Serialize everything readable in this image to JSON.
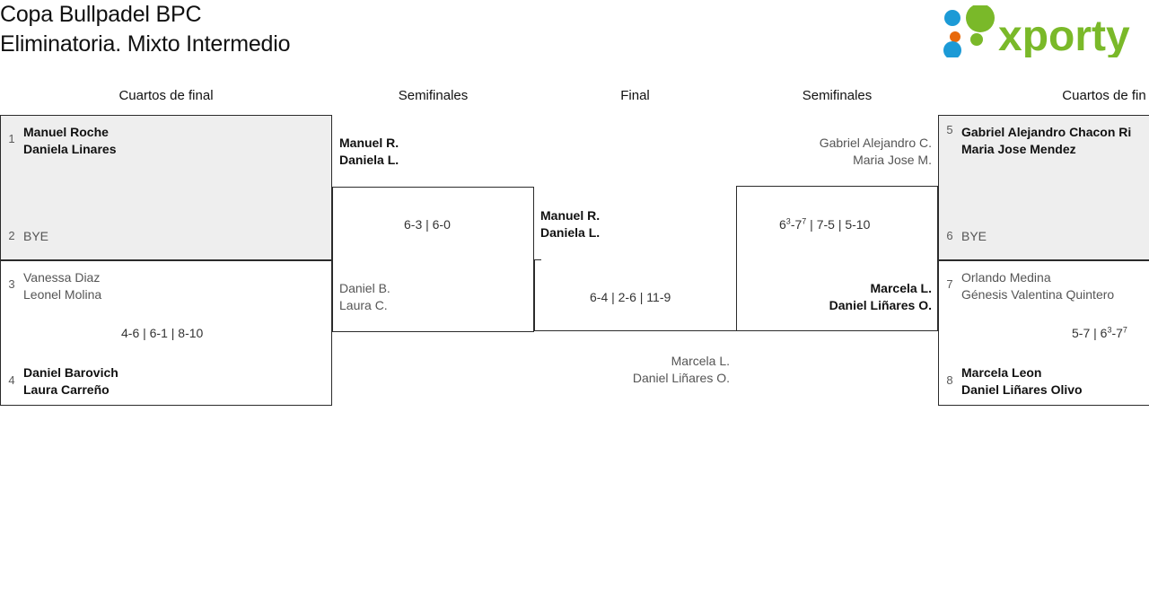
{
  "tournament": {
    "title_line1": "Copa Bullpadel BPC",
    "title_line2": "Eliminatoria. Mixto Intermedio"
  },
  "brand": {
    "name": "xporty",
    "colors": {
      "green": "#7ab929",
      "blue": "#1c9ad6",
      "orange": "#e8690b"
    }
  },
  "rounds": {
    "qf_left": "Cuartos de final",
    "sf_left": "Semifinales",
    "final": "Final",
    "sf_right": "Semifinales",
    "qf_right": "Cuartos de fin"
  },
  "bracket": {
    "qf1": {
      "top": {
        "seed": "1",
        "p1": "Manuel Roche",
        "p2": "Daniela Linares",
        "state": "winner"
      },
      "bottom": {
        "seed": "2",
        "p1": "BYE",
        "p2": "",
        "state": "neutral"
      },
      "score": ""
    },
    "qf2": {
      "top": {
        "seed": "3",
        "p1": "Vanessa Diaz",
        "p2": "Leonel Molina",
        "state": "loser"
      },
      "bottom": {
        "seed": "4",
        "p1": "Daniel Barovich",
        "p2": "Laura Carreño",
        "state": "winner"
      },
      "score_text": "4-6 | 6-1 | 8-10"
    },
    "qf3": {
      "top": {
        "seed": "5",
        "p1": "Gabriel Alejandro Chacon Ri",
        "p2": "Maria Jose Mendez",
        "state": "winner"
      },
      "bottom": {
        "seed": "6",
        "p1": "BYE",
        "p2": "",
        "state": "neutral"
      },
      "score": ""
    },
    "qf4": {
      "top": {
        "seed": "7",
        "p1": "Orlando Medina",
        "p2": "Génesis Valentina Quintero",
        "state": "loser"
      },
      "bottom": {
        "seed": "8",
        "p1": "Marcela Leon",
        "p2": "Daniel Liñares Olivo",
        "state": "winner"
      },
      "score_parts": [
        {
          "text": "5-7 | 6"
        },
        {
          "sup": "3"
        },
        {
          "text": "-7"
        },
        {
          "sup": "7"
        }
      ]
    },
    "sf1": {
      "top": {
        "p1": "Manuel R.",
        "p2": "Daniela L.",
        "state": "winner"
      },
      "bottom": {
        "p1": "Daniel B.",
        "p2": "Laura C.",
        "state": "loser"
      },
      "score_text": "6-3 | 6-0"
    },
    "sf2": {
      "top": {
        "p1": "Gabriel Alejandro C.",
        "p2": "Maria Jose M.",
        "state": "loser"
      },
      "bottom": {
        "p1": "Marcela L.",
        "p2": "Daniel Liñares O.",
        "state": "winner"
      },
      "score_parts": [
        {
          "text": "6"
        },
        {
          "sup": "3"
        },
        {
          "text": "-7"
        },
        {
          "sup": "7"
        },
        {
          "text": " | 7-5 | 5-10"
        }
      ]
    },
    "final": {
      "top": {
        "p1": "Manuel R.",
        "p2": "Daniela L.",
        "state": "winner"
      },
      "bottom": {
        "p1": "Marcela L.",
        "p2": "Daniel Liñares O.",
        "state": "loser"
      },
      "score_text": "6-4 | 2-6 | 11-9"
    }
  }
}
